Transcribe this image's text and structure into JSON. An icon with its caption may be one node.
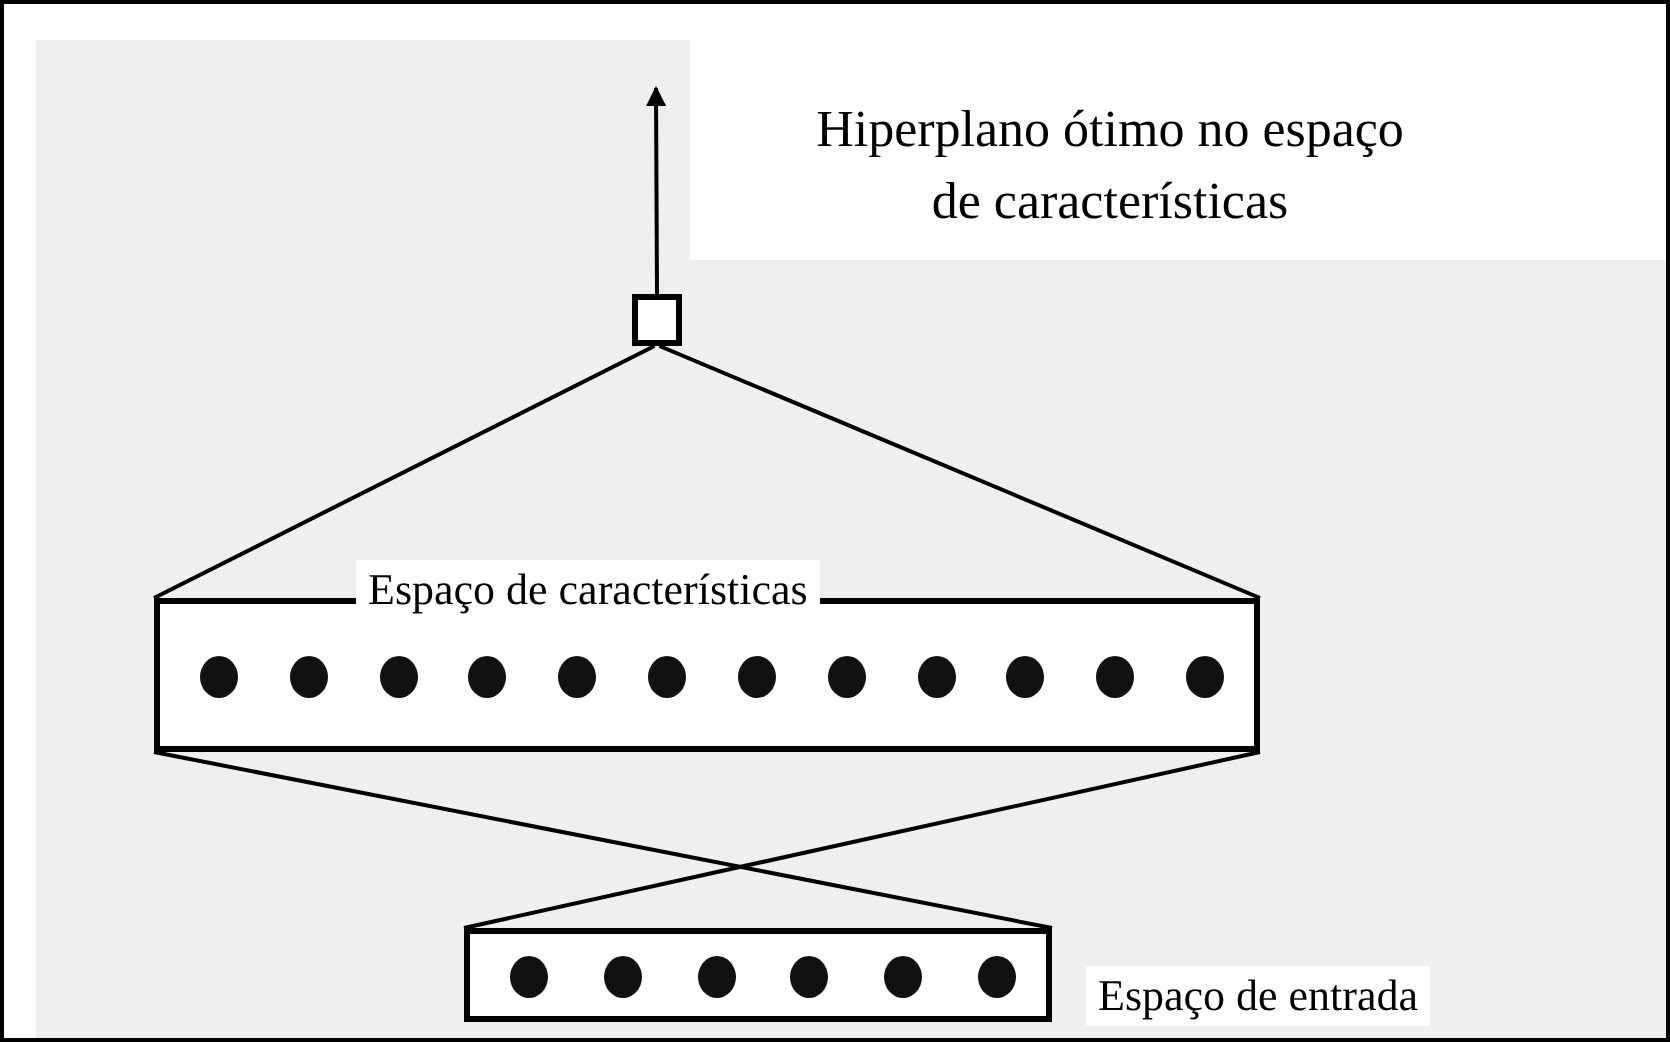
{
  "diagram": {
    "nodes": [
      {
        "text": [],
        "shape": "box"
      },
      {
        "text": [
          "Espaço de características"
        ]
      },
      {
        "text": [
          "Espaço de entrada"
        ]
      }
    ],
    "edges": [
      {
        "from": 0,
        "to": null,
        "arrow": "to"
      },
      {
        "from": 1,
        "to": 0,
        "arrow": "none"
      },
      {
        "from": 1,
        "to": 0,
        "arrow": "none"
      },
      {
        "from": 1,
        "to": 2,
        "arrow": "none"
      },
      {
        "from": 1,
        "to": 2,
        "arrow": "none"
      }
    ],
    "labels": [
      "Hiperplano ótimo no espaço de características"
    ]
  }
}
